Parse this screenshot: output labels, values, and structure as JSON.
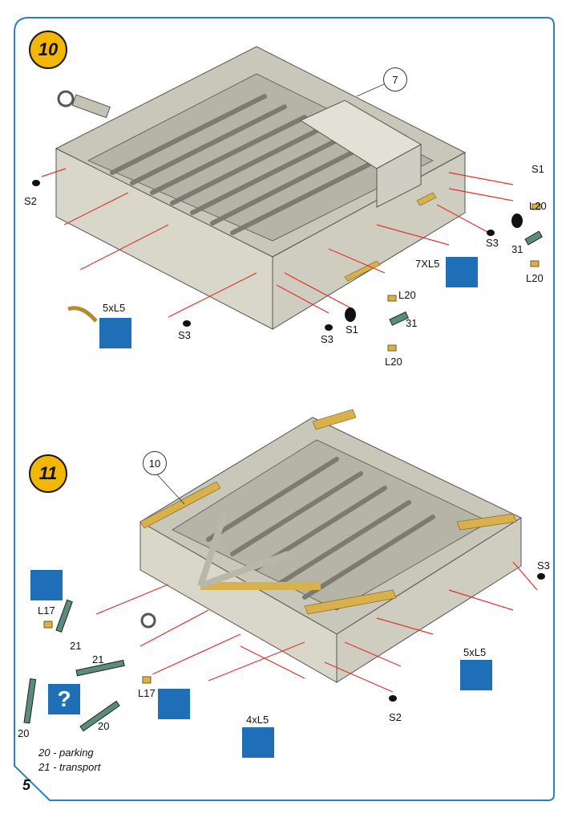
{
  "colors": {
    "frame": "#2c7fc4",
    "badge": "#f2b705",
    "glue": "#1f6fb8",
    "hull": "#d3d1c3",
    "hull_dark": "#b9b7a8",
    "photo_etch": "#d9b14c",
    "arrow": "#e0322b"
  },
  "page_number": "5",
  "step10": {
    "number": "10",
    "callout": "7",
    "labels": {
      "s2": "S2",
      "s1_top": "S1",
      "l20_top": "L20",
      "s3_right": "S3",
      "p31_right": "31",
      "l20_right": "L20",
      "xl5_7": "7XL5",
      "xl5_5": "5xL5",
      "s3_left": "S3",
      "s3_bottom": "S3",
      "s1_bottom": "S1",
      "l20_mid": "L20",
      "p31_mid": "31",
      "l20_low": "L20"
    }
  },
  "step11": {
    "number": "11",
    "callout": "10",
    "labels": {
      "s3": "S3",
      "l17_top": "L17",
      "p21_a": "21",
      "p21_b": "21",
      "l17_bottom": "L17",
      "p20_a": "20",
      "p20_b": "20",
      "xl5_5": "5xL5",
      "xl5_4": "4xL5",
      "s2": "S2"
    },
    "help_icon": "?",
    "legend": [
      "20 - parking",
      "21 - transport"
    ]
  },
  "icons": {
    "glue": "glue-icon",
    "help": "question-icon",
    "screw": "screw-icon"
  }
}
